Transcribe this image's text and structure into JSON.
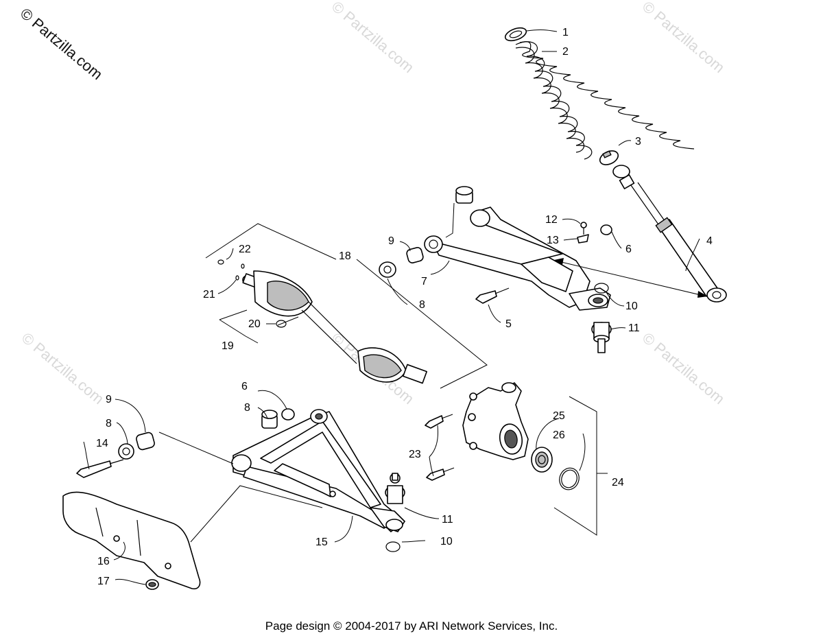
{
  "watermark": {
    "main": "© Partzilla.com",
    "repeat": "© Partzilla.com"
  },
  "footer": {
    "text": "Page design © 2004-2017 by ARI Network Services, Inc."
  },
  "callouts": [
    "1",
    "2",
    "3",
    "4",
    "5",
    "6",
    "7",
    "8",
    "9",
    "10",
    "11",
    "12",
    "13",
    "18",
    "19",
    "20",
    "21",
    "22",
    "6",
    "8",
    "9",
    "8",
    "14",
    "15",
    "16",
    "17",
    "11",
    "10",
    "23",
    "24",
    "25",
    "26"
  ]
}
